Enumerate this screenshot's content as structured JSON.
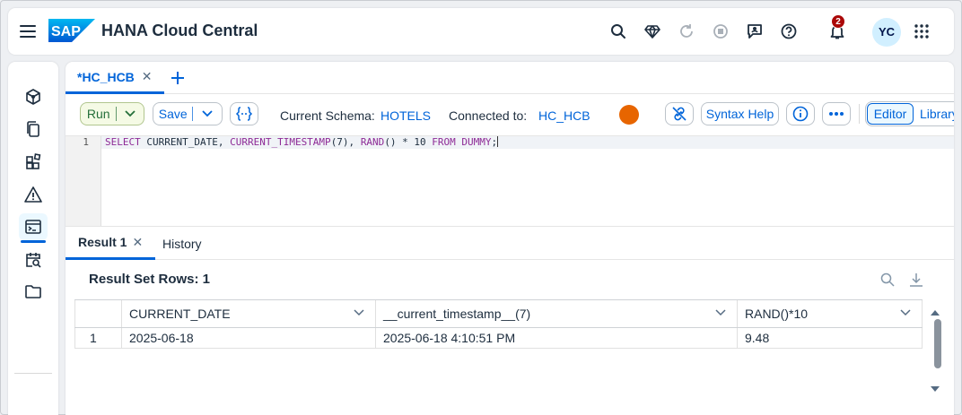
{
  "shell": {
    "app_title": "HANA Cloud Central",
    "logo_text": "SAP",
    "notification_count": "2",
    "avatar_initials": "YC",
    "icons": [
      "menu-icon",
      "search-icon",
      "diamond-icon",
      "refresh-icon",
      "stop-icon",
      "feedback-icon",
      "help-icon",
      "bell-icon",
      "grid-icon"
    ]
  },
  "sidenav": {
    "items": [
      "cube-icon",
      "copy-icon",
      "blocks-icon",
      "warning-icon",
      "sql-console-icon",
      "calendar-search-icon",
      "folder-icon"
    ],
    "active_index": 4
  },
  "tabs": [
    {
      "label": "*HC_HCB",
      "closable": true,
      "active": true
    }
  ],
  "toolbar": {
    "run_label": "Run",
    "save_label": "Save",
    "schema_label": "Current Schema:",
    "schema_value": "HOTELS",
    "connected_label": "Connected to:",
    "connected_value": "HC_HCB",
    "syntax_help_label": "Syntax Help",
    "editor_label": "Editor",
    "library_label": "Library",
    "status_color": "#e76500"
  },
  "editor": {
    "line_number": "1",
    "tokens": {
      "t1": "SELECT",
      "t2": " CURRENT_DATE, ",
      "t3": "CURRENT_TIMESTAMP",
      "t4": "(7), ",
      "t5": "RAND",
      "t6": "() * 10 ",
      "t7": "FROM",
      "t8": " ",
      "t9": "DUMMY",
      "t10": ";"
    }
  },
  "results": {
    "tabs": [
      {
        "label": "Result 1",
        "closable": true,
        "active": true
      },
      {
        "label": "History",
        "closable": false,
        "active": false
      }
    ],
    "rows_title": "Result Set Rows: 1",
    "columns": [
      "",
      "CURRENT_DATE",
      "__current_timestamp__(7)",
      "RAND()*10"
    ],
    "rows": [
      [
        "1",
        "2025-06-18",
        "2025-06-18 4:10:51 PM",
        "9.48"
      ]
    ]
  },
  "colors": {
    "accent": "#0064d9",
    "run_green": "#256f3a",
    "shell_bg": "#eef0f3"
  }
}
